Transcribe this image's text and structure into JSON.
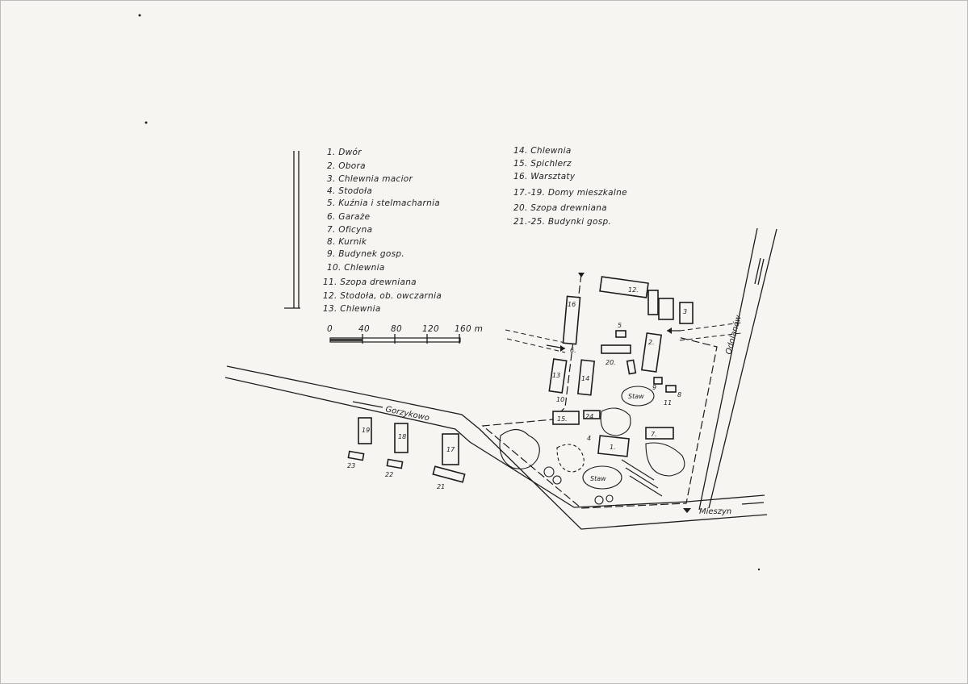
{
  "legend_left": [
    "1. Dwór",
    "2. Obora",
    "3. Chlewnia macior",
    "4. Stodoła",
    "5. Kuźnia i stelmacharnia",
    "6. Garaże",
    "7. Oficyna",
    "8. Kurnik",
    "9. Budynek gosp.",
    "10. Chlewnia",
    "11. Szopa drewniana",
    "12. Stodoła, ob. owczarnia",
    "13. Chlewnia"
  ],
  "legend_right": [
    "14. Chlewnia",
    "15. Spichlerz",
    "16. Warsztaty",
    "17.-19. Domy mieszkalne",
    "20. Szopa drewniana",
    "21.-25. Budynki gosp."
  ],
  "scale": {
    "ticks": [
      "0",
      "40",
      "80",
      "120",
      "160 m"
    ]
  },
  "roads": {
    "gorzykowo": "Gorzykowo",
    "odolanow": "Odolanów",
    "mieszyn": "Mieszyn"
  },
  "ponds": [
    "Staw",
    "Staw"
  ],
  "building_labels": [
    "1.",
    "2.",
    "3",
    "4",
    "5",
    "6.",
    "7.",
    "8",
    "9",
    "10",
    "11",
    "12.",
    "13",
    "14",
    "15.",
    "16",
    "17",
    "18",
    "19",
    "20.",
    "21",
    "22",
    "23",
    "24"
  ],
  "ink_color": "#1c1c1c",
  "paper_color": "#f6f5f1"
}
